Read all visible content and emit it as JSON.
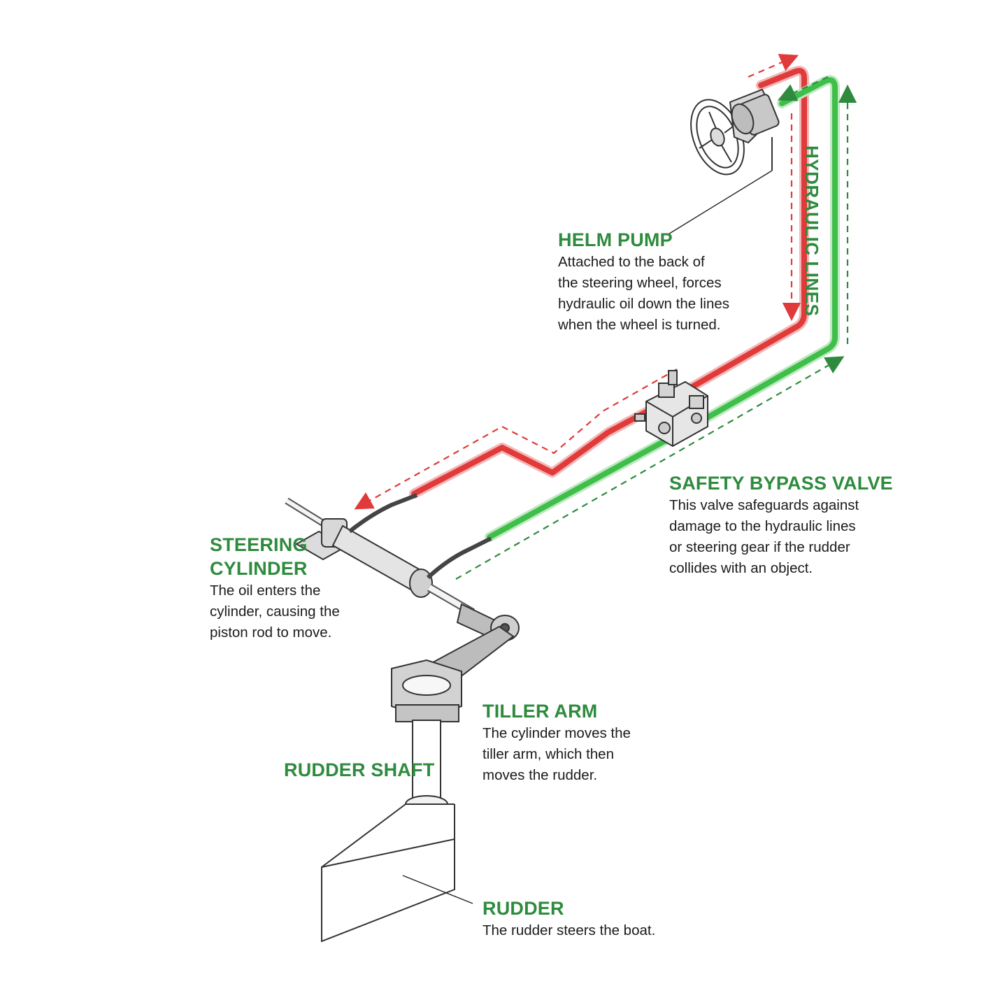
{
  "colors": {
    "label_green": "#2e8b3e",
    "pressure_line": "#e03a3a",
    "return_line": "#3fbf4a",
    "flow_arrow_red": "#e03a3a",
    "flow_arrow_green": "#2e8b3e"
  },
  "lines_label": "HYDRAULIC LINES",
  "callouts": {
    "helm_pump": {
      "title": "HELM PUMP",
      "body": [
        "Attached to the back of",
        "the steering wheel, forces",
        "hydraulic oil down the lines",
        "when the wheel is turned."
      ]
    },
    "safety_bypass_valve": {
      "title": "SAFETY BYPASS VALVE",
      "body": [
        "This valve safeguards against",
        "damage to the hydraulic lines",
        "or steering gear if the rudder",
        "collides with an object."
      ]
    },
    "steering_cylinder": {
      "title": [
        "STEERING",
        "CYLINDER"
      ],
      "body": [
        "The oil enters the",
        "cylinder, causing the",
        "piston rod to move."
      ]
    },
    "tiller_arm": {
      "title": "TILLER ARM",
      "body": [
        "The cylinder moves the",
        "tiller arm, which then",
        "moves the rudder."
      ]
    },
    "rudder_shaft": {
      "title": "RUDDER SHAFT"
    },
    "rudder": {
      "title": "RUDDER",
      "body": [
        "The rudder steers the boat."
      ]
    }
  }
}
